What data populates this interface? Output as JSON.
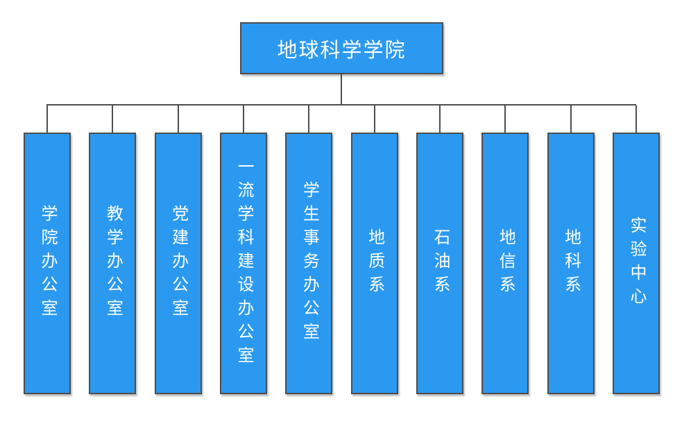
{
  "chart": {
    "type": "org-chart",
    "root": {
      "label": "地球科学学院"
    },
    "children": [
      {
        "label": "学院办公室"
      },
      {
        "label": "教学办公室"
      },
      {
        "label": "党建办公室"
      },
      {
        "label": "一流学科建设办公室"
      },
      {
        "label": "学生事务办公室"
      },
      {
        "label": "地质系"
      },
      {
        "label": "石油系"
      },
      {
        "label": "地信系"
      },
      {
        "label": "地科系"
      },
      {
        "label": "实验中心"
      }
    ],
    "colors": {
      "node_fill": "#2b99f0",
      "node_border": "#4d4d4d",
      "connector_line": "#4d4d4d",
      "text": "#ffffff",
      "background": "#ffffff"
    }
  }
}
